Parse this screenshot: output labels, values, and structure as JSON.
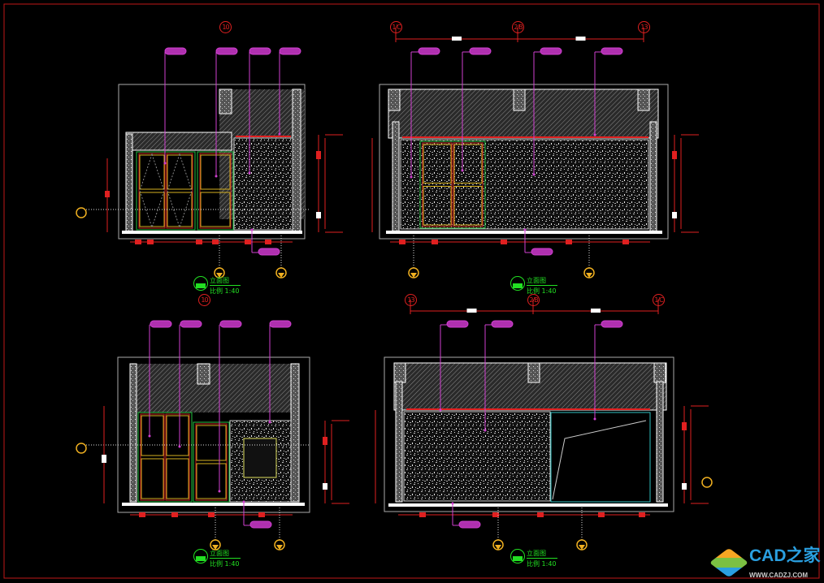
{
  "drawing": {
    "colors": {
      "frame": "#c01818",
      "wall": "#ffffff",
      "hatch": "#8a8a8a",
      "door_outer": "#22c040",
      "door_inner": "#d4b020",
      "leader": "#d040d0",
      "dim": "#e02020",
      "section": "#f0b020",
      "title": "#22e022"
    },
    "elevations": [
      {
        "id": "a",
        "bubbles": [
          "10"
        ],
        "title": "立面图",
        "scale": "比例 1:40"
      },
      {
        "id": "b",
        "bubbles": [
          "1/C",
          "2/B",
          "13"
        ],
        "title": "立面图",
        "scale": "比例 1:40"
      },
      {
        "id": "c",
        "bubbles": [
          "10"
        ],
        "title": "立面图",
        "scale": "比例 1:40"
      },
      {
        "id": "d",
        "bubbles": [
          "13",
          "2/B",
          "1/C"
        ],
        "title": "立面图",
        "scale": "比例 1:40"
      }
    ]
  },
  "watermark": {
    "brand": "CAD之家",
    "url": "WWW.CADZJ.COM"
  }
}
